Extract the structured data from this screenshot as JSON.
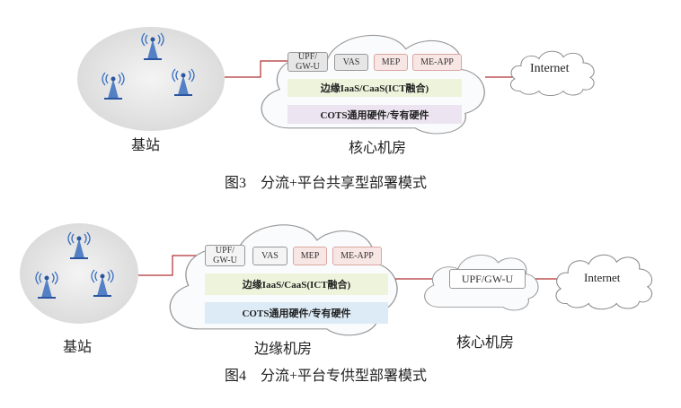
{
  "figure3": {
    "base_station_label": "基站",
    "cloud_label": "核心机房",
    "modules": [
      "UPF/\nGW-U",
      "VAS",
      "MEP",
      "ME-APP"
    ],
    "iaas_bar": "边缘IaaS/CaaS(ICT融合)",
    "hardware_bar": "COTS通用硬件/专有硬件",
    "internet_label": "Internet",
    "caption": "图3    分流+平台共享型部署模式"
  },
  "figure4": {
    "base_station_label": "基站",
    "cloud_label": "边缘机房",
    "modules": [
      "UPF/\nGW-U",
      "VAS",
      "MEP",
      "ME-APP"
    ],
    "iaas_bar": "边缘IaaS/CaaS(ICT融合)",
    "hardware_bar": "COTS通用硬件/专有硬件",
    "core_box": "UPF/GW-U",
    "core_label": "核心机房",
    "internet_label": "Internet",
    "caption": "图4    分流+平台专供型部署模式"
  },
  "colors": {
    "link": "#b03030",
    "gray_box": "#e6e6e6",
    "pink_box": "#f8e6e4",
    "green_bar": "#eef3dc",
    "purple_bar": "#ece4f0",
    "blue_bar": "#dcebf6",
    "antenna": "#3a6fc0"
  }
}
